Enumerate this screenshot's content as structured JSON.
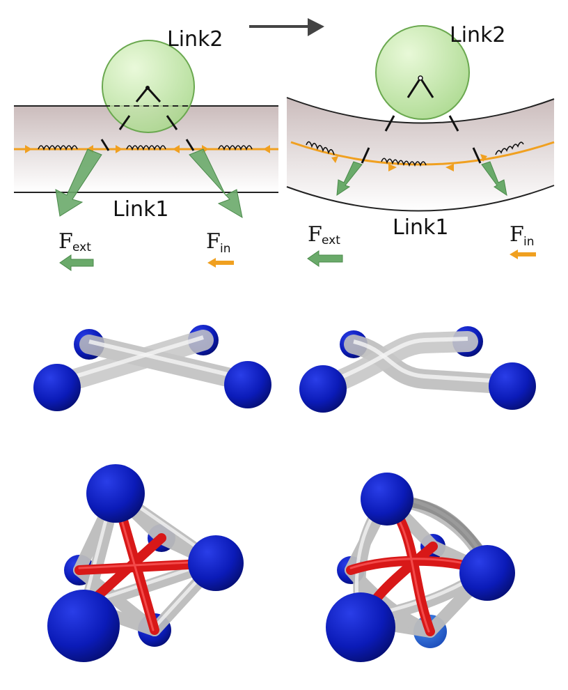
{
  "panels": {
    "before": {
      "link2_label": "Link2",
      "link1_label": "Link1",
      "fext_main": "F",
      "fext_sub": "ext",
      "fin_main": "F",
      "fin_sub": "in"
    },
    "after": {
      "link2_label": "Link2",
      "link1_label": "Link1",
      "fext_main": "F",
      "fext_sub": "ext",
      "fin_main": "F",
      "fin_sub": "in"
    }
  },
  "colors": {
    "green_fill": "#cdeeb0",
    "green_stroke": "#6aa84f",
    "force_external": "#6aaa6a",
    "force_internal": "#f0a020",
    "node_blue": "#0a1fc0",
    "bar_red": "#d81818",
    "tube_gray": "#bdbdbd"
  }
}
